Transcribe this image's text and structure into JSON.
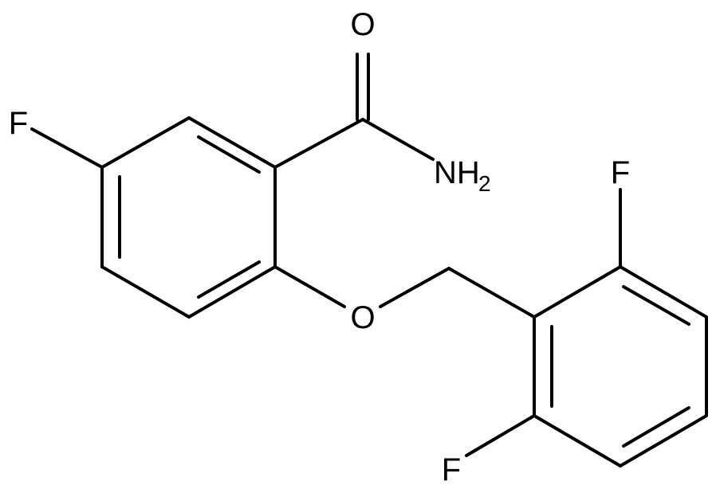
{
  "molecule": {
    "atoms": {
      "carbonyl_oxygen": "O",
      "amide_nitrogen": "NH",
      "amide_nitrogen_subscript": "2",
      "ring_fluorine": "F",
      "ether_oxygen": "O",
      "top_fluorine": "F",
      "bottom_fluorine": "F"
    }
  }
}
